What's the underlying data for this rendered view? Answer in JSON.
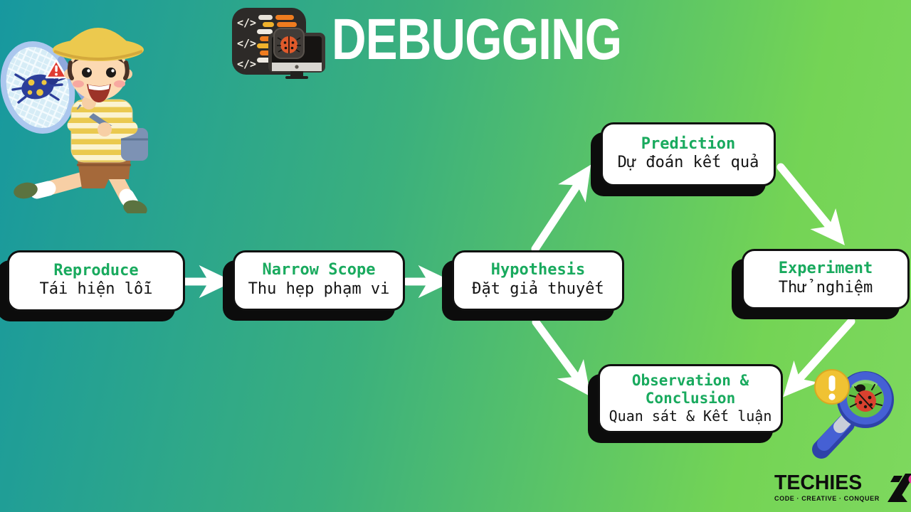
{
  "title": "DEBUGGING",
  "steps": [
    {
      "label": "Reproduce",
      "subtitle": "Tái hiện lỗi"
    },
    {
      "label": "Narrow Scope",
      "subtitle": "Thu hẹp phạm vi"
    },
    {
      "label": "Hypothesis",
      "subtitle": "Đặt giả thuyết"
    },
    {
      "label": "Prediction",
      "subtitle": "Dự đoán kết quả"
    },
    {
      "label": "Experiment",
      "subtitle": "Thử nghiệm"
    },
    {
      "label": "Observation & Conclusion",
      "subtitle": "Quan sát & Kết luận"
    }
  ],
  "connections": [
    "Reproduce→Narrow Scope",
    "Narrow Scope→Hypothesis",
    "Hypothesis→Prediction",
    "Prediction→Experiment",
    "Experiment→Observation & Conclusion",
    "Hypothesis→Observation & Conclusion"
  ],
  "brand": {
    "name": "TECHIES",
    "tagline": "CODE · CREATIVE · CONQUER"
  },
  "colors": {
    "accent_green": "#19aa5e",
    "background_teal": "#17989f",
    "background_green": "#74d455",
    "box_background": "#ffffff",
    "box_outline": "#101010",
    "title_color": "#ffffff",
    "brand_pink": "#e6399b"
  },
  "icons": {
    "header": "code-editor-bug-icon",
    "left": "kid-bug-catcher-illustration",
    "right": "magnifier-bug-alert-icon",
    "brand_mark": "techies-n-mark"
  }
}
